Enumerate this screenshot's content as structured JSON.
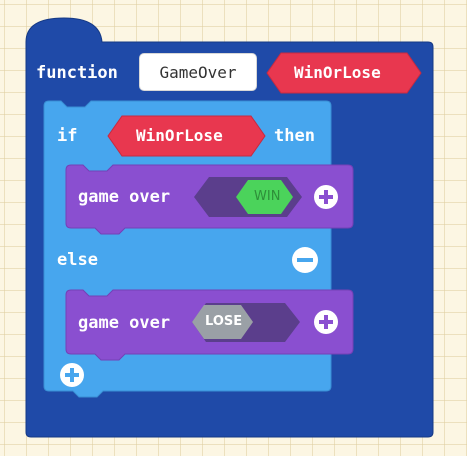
{
  "function_block": {
    "keyword": "function",
    "name_value": "GameOver",
    "param_label": "WinOrLose",
    "color": "#1f4aa8"
  },
  "if_block": {
    "if_keyword": "if",
    "condition_label": "WinOrLose",
    "then_keyword": "then",
    "else_keyword": "else",
    "color": "#47a6ee"
  },
  "then_statement": {
    "label": "game over",
    "value": "WIN",
    "color": "#8a4fd0"
  },
  "else_statement": {
    "label": "game over",
    "value": "LOSE",
    "color": "#8a4fd0"
  },
  "colors": {
    "parameter": "#e8374f",
    "win_toggle": "#4bd35b",
    "lose_toggle": "#9aa0a6",
    "workspace": "#fcf6e3"
  },
  "icons": {
    "add": "plus-circle-icon",
    "remove": "minus-circle-icon"
  }
}
